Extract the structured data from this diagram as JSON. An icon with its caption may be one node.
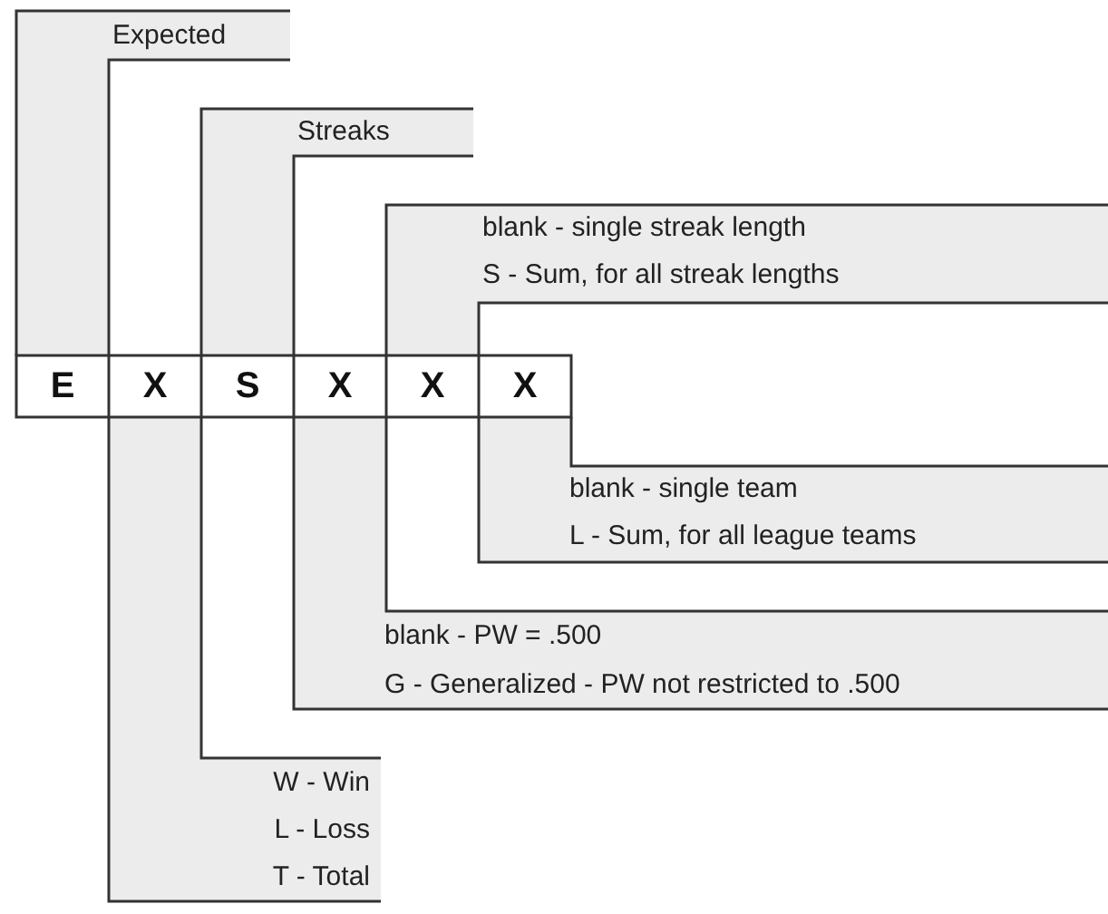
{
  "diagram": {
    "nodes": [
      {
        "text": [
          "E"
        ]
      },
      {
        "text": [
          "X"
        ]
      },
      {
        "text": [
          "S"
        ]
      },
      {
        "text": [
          "X"
        ]
      },
      {
        "text": [
          "X"
        ]
      },
      {
        "text": [
          "X"
        ]
      },
      {
        "text": [
          "Expected"
        ]
      },
      {
        "text": [
          "Streaks"
        ]
      },
      {
        "text": [
          "blank - single streak length",
          "S - Sum, for all streak lengths"
        ]
      },
      {
        "text": [
          "blank - single team",
          "L - Sum, for all league teams"
        ]
      },
      {
        "text": [
          "blank - PW = .500",
          "G - Generalized - PW not restricted to .500"
        ]
      },
      {
        "text": [
          "W - Win",
          "L - Loss",
          "T - Total"
        ]
      }
    ],
    "edges": [
      {
        "from": 6,
        "to": 0,
        "arrow": "none"
      },
      {
        "from": 7,
        "to": 2,
        "arrow": "none"
      },
      {
        "from": 8,
        "to": 4,
        "arrow": "none"
      },
      {
        "from": 5,
        "to": 9,
        "arrow": "none"
      },
      {
        "from": 3,
        "to": 10,
        "arrow": "none"
      },
      {
        "from": 1,
        "to": 11,
        "arrow": "none"
      }
    ]
  }
}
